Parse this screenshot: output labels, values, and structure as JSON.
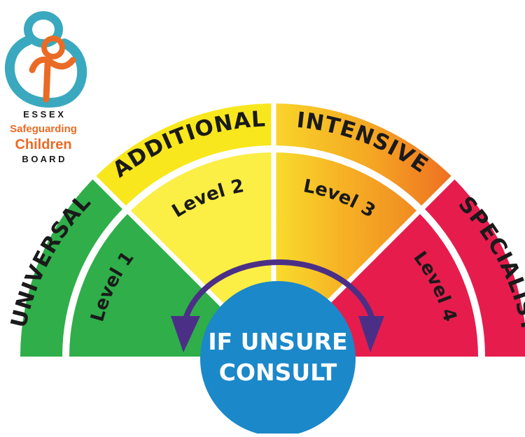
{
  "logo": {
    "line1": "E S S E X",
    "line2": "Safeguarding",
    "line3": "Children",
    "line4": "B O A R D",
    "colors": {
      "teal": "#3aa9bf",
      "orange": "#ea6b25",
      "dark": "#1a1a1a"
    }
  },
  "outer_labels": {
    "universal": "UNIVERSAL",
    "additional": "ADDITIONAL",
    "intensive": "INTENSIVE",
    "specialist": "SPECIALIST"
  },
  "inner_labels": {
    "level1": "Level 1",
    "level2": "Level 2",
    "level3": "Level 3",
    "level4": "Level 4"
  },
  "center": {
    "line1": "IF UNSURE",
    "line2": "CONSULT"
  },
  "colors": {
    "green": "#2fae4a",
    "yellow": "#f8e71c",
    "yellow_light": "#fbee45",
    "orange_light": "#f6b325",
    "orange_dark": "#ef7d22",
    "red": "#e61c4d",
    "blue": "#1b88c9",
    "purple": "#4b2f86",
    "text": "#1a1a1a"
  }
}
